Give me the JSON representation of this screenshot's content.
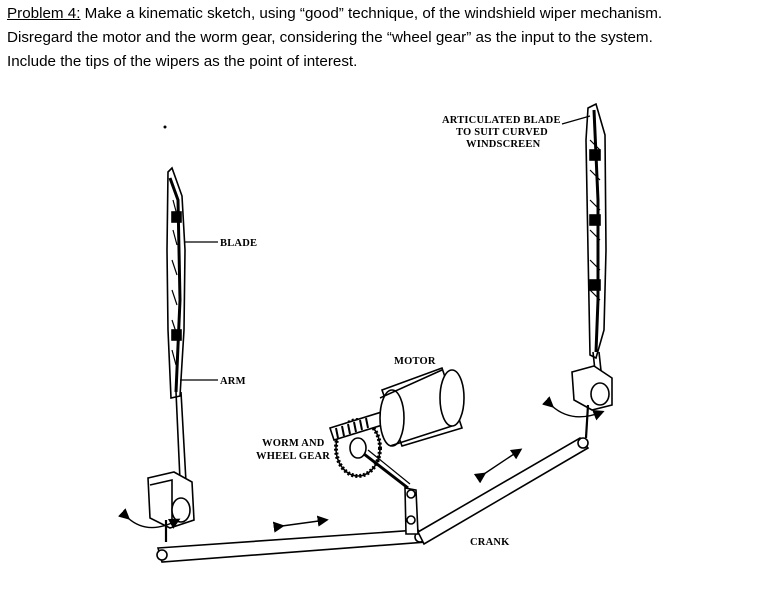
{
  "problem": {
    "label": "Problem 4:",
    "line1_rest": " Make a kinematic sketch, using “good” technique, of the windshield wiper mechanism.",
    "line2": "Disregard the motor and the worm gear, considering the “wheel gear” as the input to the system.",
    "line3": "Include the tips of the wipers as the point of interest."
  },
  "diagram": {
    "labels": {
      "blade": "BLADE",
      "arm": "ARM",
      "worm_wheel_1": "WORM AND",
      "worm_wheel_2": "WHEEL GEAR",
      "motor": "MOTOR",
      "articulated_1": "ARTICULATED BLADE",
      "articulated_2": "TO SUIT CURVED",
      "articulated_3": "WINDSCREEN",
      "crank": "CRANK"
    }
  }
}
